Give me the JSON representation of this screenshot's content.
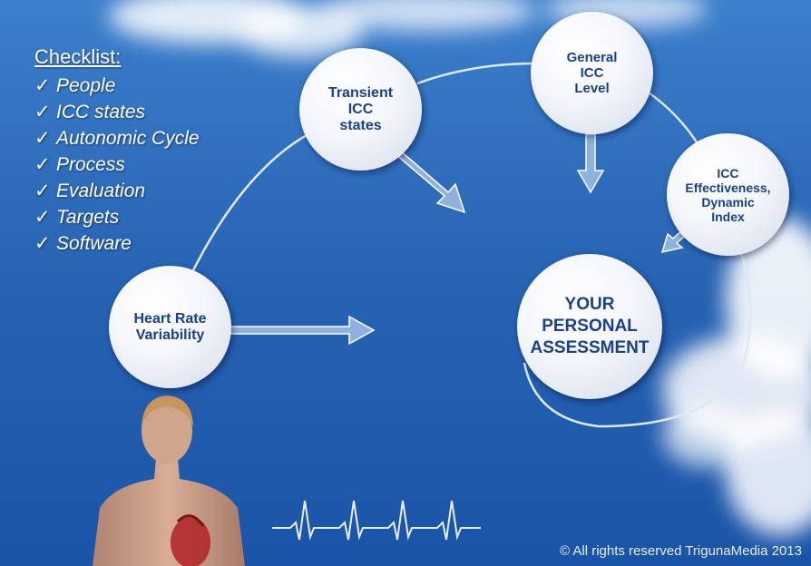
{
  "checklist": {
    "title": "Checklist",
    "title_suffix": ":",
    "tick": "✓",
    "items": [
      "People",
      "ICC states",
      "Autonomic Cycle",
      "Process",
      "Evaluation",
      "Targets",
      "Software"
    ]
  },
  "nodes": {
    "hrv": "Heart Rate\nVariability",
    "transient": "Transient\nICC\nstates",
    "general": "General\nICC\nLevel",
    "effectiveness": "ICC\nEffectiveness,\nDynamic\nIndex",
    "assessment": "YOUR\nPERSONAL\nASSESSMENT"
  },
  "copyright": "© All rights reserved TrigunaMedia 2013",
  "colors": {
    "sky": "#1f5fb0",
    "node_text": "#1a3f8e",
    "arrow": "#8fb1e0"
  }
}
